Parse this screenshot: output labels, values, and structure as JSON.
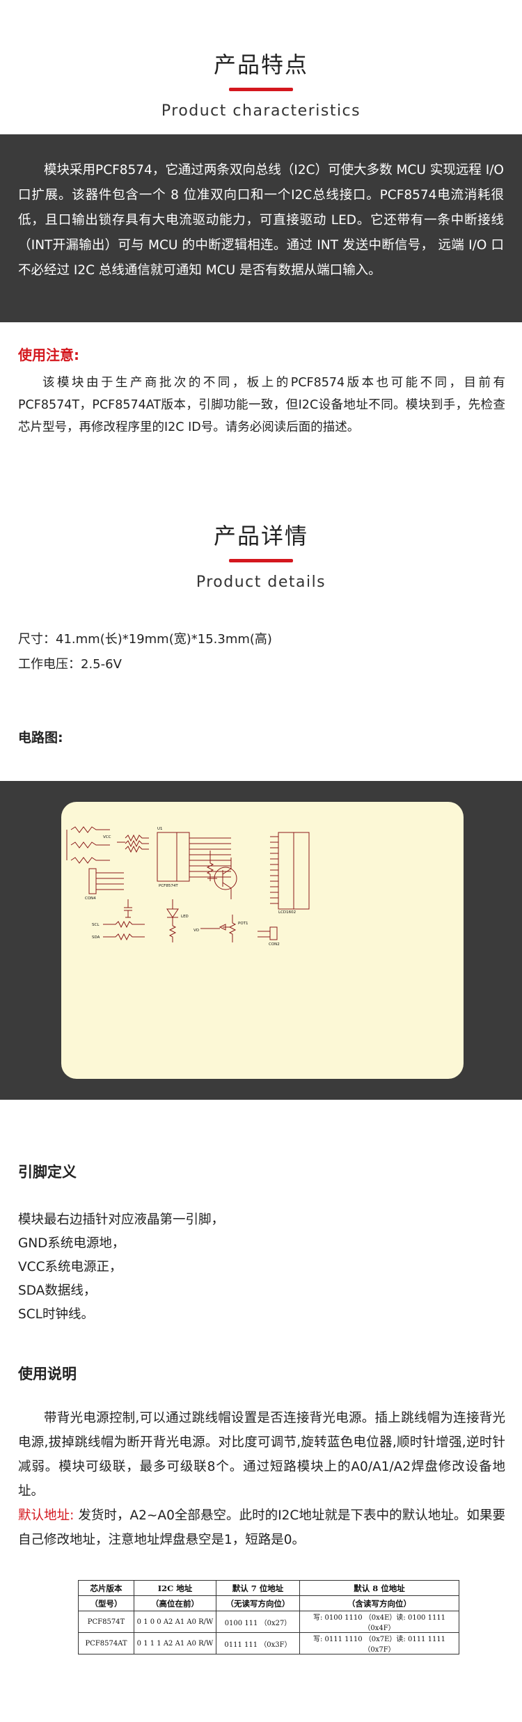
{
  "section1": {
    "cn_title": "产品特点",
    "en_title": "Product characteristics"
  },
  "intro_paragraph": "模块采用PCF8574，它通过两条双向总线（I2C）可使大多数 MCU 实现远程 I/O口扩展。该器件包含一个 8 位准双向口和一个I2C总线接口。PCF8574电流消耗很低，且口输出锁存具有大电流驱动能力，可直接驱动 LED。它还带有一条中断接线（INT开漏输出）可与 MCU 的中断逻辑相连。通过 INT 发送中断信号， 远端 I/O 口不必经过 I2C 总线通信就可通知 MCU 是否有数据从端口输入。",
  "notice": {
    "heading": "使用注意:",
    "text": "该模块由于生产商批次的不同，板上的PCF8574版本也可能不同，目前有PCF8574T，PCF8574AT版本，引脚功能一致，但I2C设备地址不同。模块到手，先检查芯片型号，再修改程序里的I2C ID号。请务必阅读后面的描述。"
  },
  "section2": {
    "cn_title": "产品详情",
    "en_title": "Product details"
  },
  "specs": {
    "size": "尺寸：41.mm(长)*19mm(宽)*15.3mm(高)",
    "voltage": "工作电压：2.5-6V"
  },
  "circuit_heading": "电路图:",
  "circuit_labels": {
    "chip": "PCF8574T",
    "u1": "U1",
    "lcd": "LCD1602",
    "con4": "CON4",
    "con2": "CON2",
    "led": "LED",
    "pot": "POT1",
    "vcc": "VCC",
    "sda": "SDA",
    "scl": "SCL",
    "vo": "VO"
  },
  "pin_def": {
    "heading": "引脚定义",
    "lines": [
      "模块最右边插针对应液晶第一引脚，",
      "GND系统电源地，",
      "VCC系统电源正，",
      "SDA数据线，",
      "SCL时钟线。"
    ]
  },
  "usage": {
    "heading": "使用说明",
    "para1": "带背光电源控制,可以通过跳线帽设置是否连接背光电源。插上跳线帽为连接背光电源,拔掉跳线帽为断开背光电源。对比度可调节,旋转蓝色电位器,顺时针增强,逆时针减弱。模块可级联，最多可级联8个。通过短路模块上的A0/A1/A2焊盘修改设备地址。",
    "default_label": "默认地址:",
    "para2": " 发货时，A2~A0全部悬空。此时的I2C地址就是下表中的默认地址。如果要自己修改地址，注意地址焊盘悬空是1，短路是0。"
  },
  "addr_table": {
    "headers": [
      [
        "芯片版本",
        "I2C 地址",
        "默认 7 位地址",
        "默认 8 位地址"
      ],
      [
        "（型号）",
        "（高位在前）",
        "（无读写方向位）",
        "（含读写方向位）"
      ]
    ],
    "rows": [
      [
        "PCF8574T",
        "0 1 0 0    A2 A1 A0 R/W",
        "0100 111 （0x27）",
        "写: 0100 1110 （0x4E）读: 0100 1111 （0x4F）"
      ],
      [
        "PCF8574AT",
        "0 1 1 1    A2 A1 A0 R/W",
        "0111 111 （0x3F）",
        "写: 0111 1110 （0x7E）读: 0111 1111 （0x7F）"
      ]
    ]
  }
}
